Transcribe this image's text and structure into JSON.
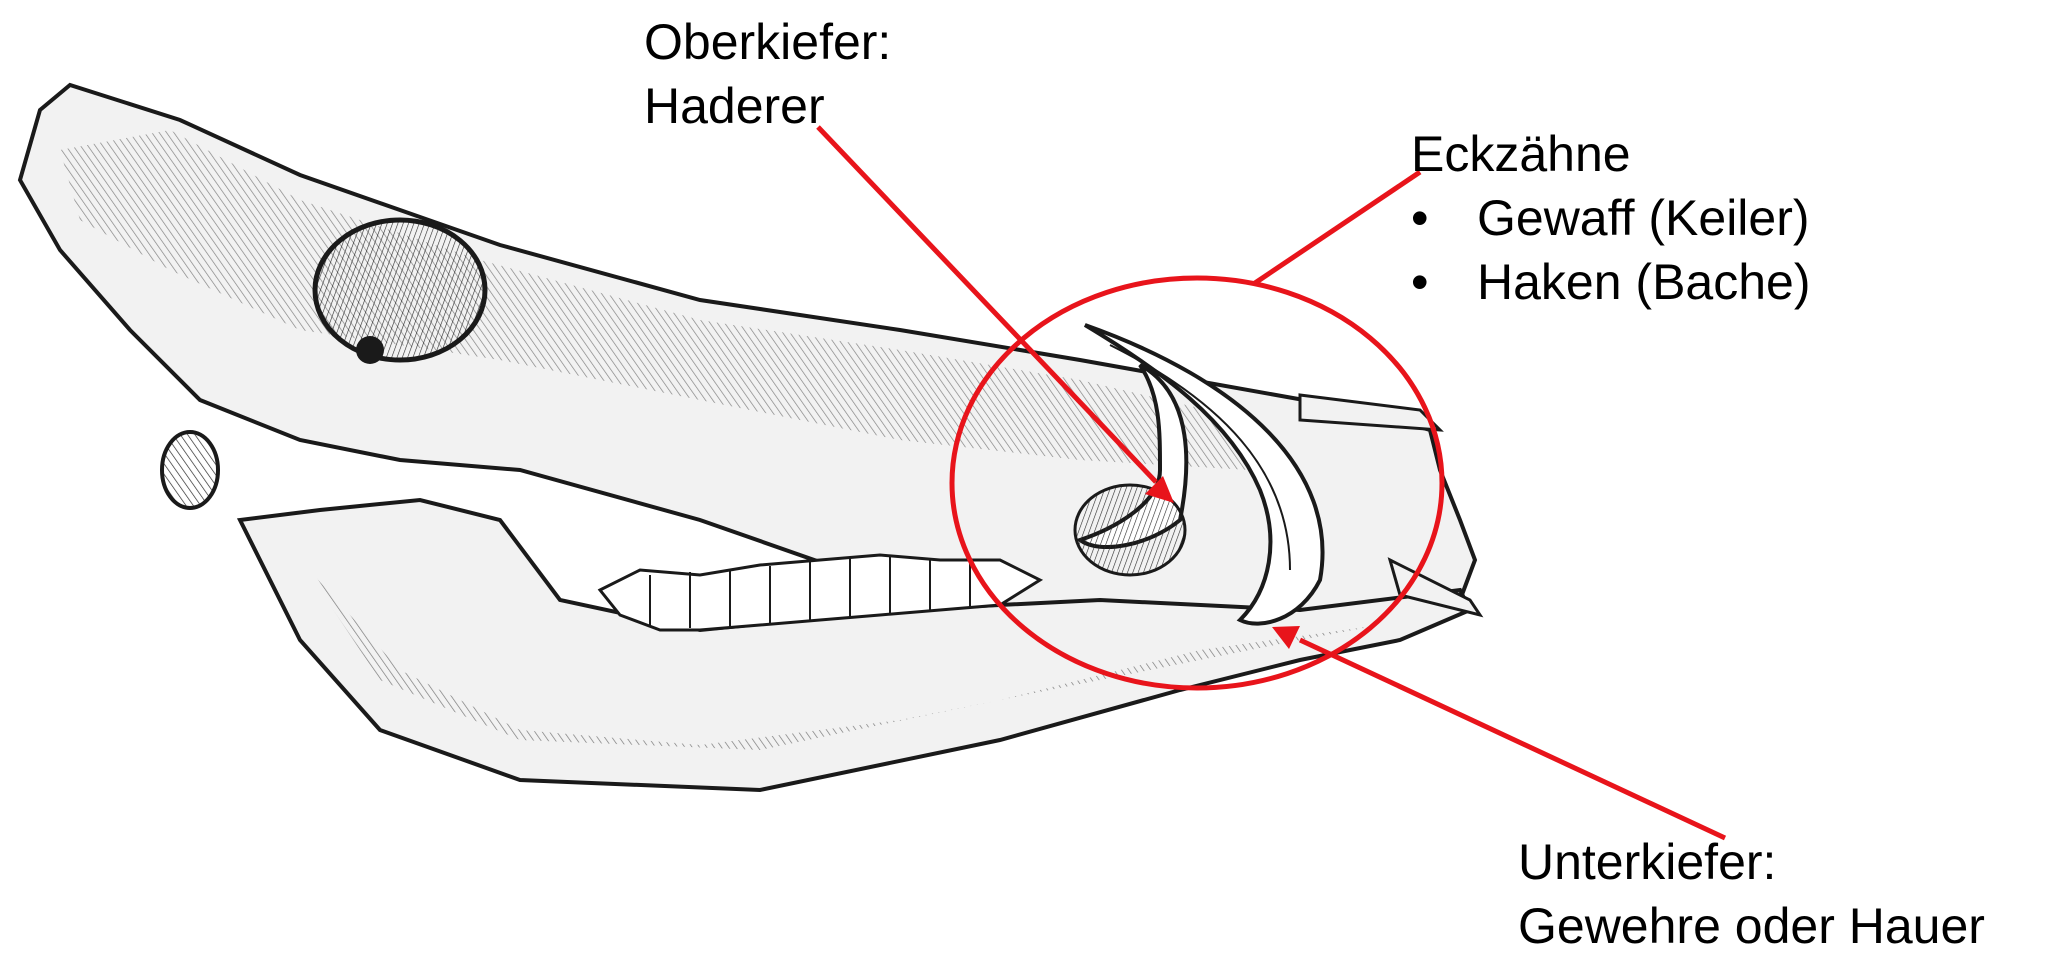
{
  "labels": {
    "oberkiefer": {
      "line1": "Oberkiefer:",
      "line2": "Haderer"
    },
    "eckzaehne": {
      "heading": "Eckzähne",
      "items": [
        "Gewaff (Keiler)",
        "Haken (Bache)"
      ],
      "bullet": "•"
    },
    "unterkiefer": {
      "line1": "Unterkiefer:",
      "line2": "Gewehre oder Hauer"
    }
  },
  "colors": {
    "annotation": "#e8141b",
    "drawing": "#1a1a1a",
    "bone": "#f2f2f2",
    "text": "#000000"
  }
}
